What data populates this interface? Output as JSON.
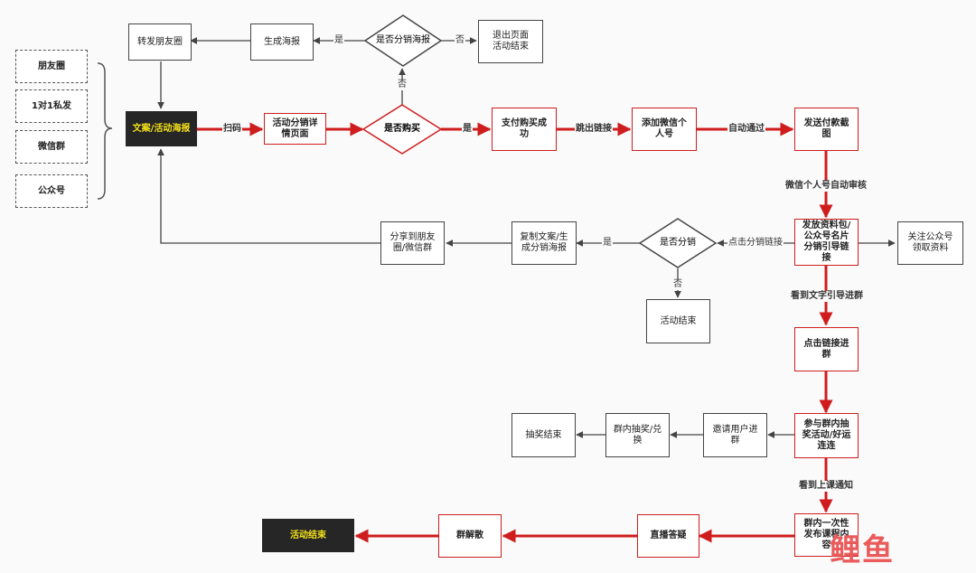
{
  "sources": [
    "朋友圈",
    "1对1私发",
    "微信群",
    "公众号"
  ],
  "nodes": {
    "main_poster": "文案/活动海报",
    "share_moments": "转发朋友圈",
    "gen_poster": "生成海报",
    "q_dist_poster": "是否分销海报",
    "exit_page": "退出页面\n活动结束",
    "detail_page": "活动分销详\n情页面",
    "q_buy": "是否购买",
    "pay_ok": "支付购买成\n功",
    "add_wechat": "添加微信个\n人号",
    "send_screenshot": "发送付款截\n图",
    "follow_official": "关注公众号\n领取资料",
    "send_pack": "发放资料包/\n公众号名片\n分销引导链\n接",
    "q_dist": "是否分销",
    "copy_text": "复制文案/生\n成分销海报",
    "share_groups": "分享到朋友\n圈/微信群",
    "act_end": "活动结束",
    "click_join": "点击链接进\n群",
    "join_lottery": "参与群内抽\n奖活动/好运\n连连",
    "invite": "邀请用户进\n群",
    "group_lottery": "群内抽奖/兑\n换",
    "lottery_end": "抽奖结束",
    "publish_course": "群内一次性\n发布课程内\n容",
    "live_qa": "直播答疑",
    "dissolve": "群解散",
    "final_end": "活动结束"
  },
  "edge_labels": {
    "scan": "扫码",
    "yes_buy": "是",
    "no_buy": "否",
    "jump_link": "跳出链接",
    "auto_pass": "自动通过",
    "auto_review": "微信个人号自动审核",
    "yes_poster": "是",
    "no_poster": "否",
    "click_dist_link": "点击分销链接",
    "yes_dist": "是",
    "no_dist": "否",
    "see_text": "看到文字引导进群",
    "see_notice": "看到上课通知"
  },
  "watermark": "鲤鱼",
  "colors": {
    "red": "#cf1d1d",
    "dark": "#262626",
    "yellow": "#f4e11a",
    "line": "#444444"
  }
}
